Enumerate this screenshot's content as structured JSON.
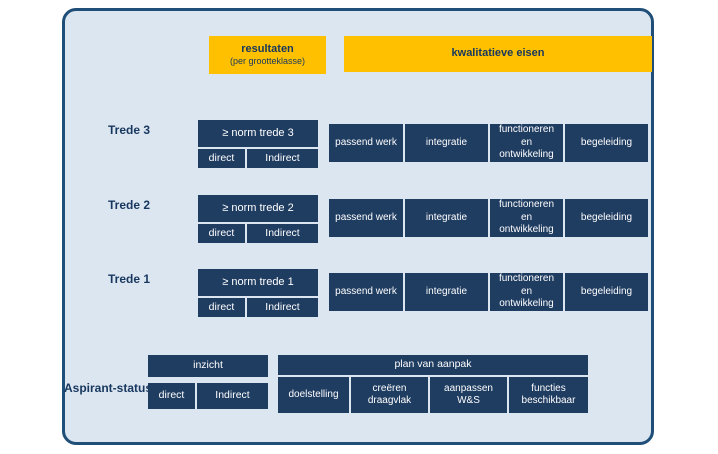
{
  "headers": {
    "resultaten_title": "resultaten",
    "resultaten_subtitle": "(per grootteklasse)",
    "kwalitatieve_title": "kwalitatieve eisen"
  },
  "rows": [
    {
      "label": "Trede 3",
      "norm": "≥ norm trede 3",
      "direct": "direct",
      "indirect": "Indirect",
      "eisen": [
        "passend werk",
        "integratie",
        "functioneren en ontwikkeling",
        "begeleiding"
      ]
    },
    {
      "label": "Trede 2",
      "norm": "≥ norm trede 2",
      "direct": "direct",
      "indirect": "Indirect",
      "eisen": [
        "passend werk",
        "integratie",
        "functioneren en ontwikkeling",
        "begeleiding"
      ]
    },
    {
      "label": "Trede 1",
      "norm": "≥ norm trede 1",
      "direct": "direct",
      "indirect": "Indirect",
      "eisen": [
        "passend werk",
        "integratie",
        "functioneren en ontwikkeling",
        "begeleiding"
      ]
    }
  ],
  "aspirant": {
    "label": "Aspirant-status",
    "inzicht": "inzicht",
    "direct": "direct",
    "indirect": "Indirect",
    "plan": "plan van aanpak",
    "sub": [
      "doelstelling",
      "creëren draagvlak",
      "aanpassen W&S",
      "functies beschikbaar"
    ]
  },
  "colors": {
    "navy_box": "#1f3c61",
    "yellow": "#ffc000",
    "panel_bg": "#dce6f1",
    "panel_border": "#1f4e79",
    "label_text": "#17375e"
  }
}
